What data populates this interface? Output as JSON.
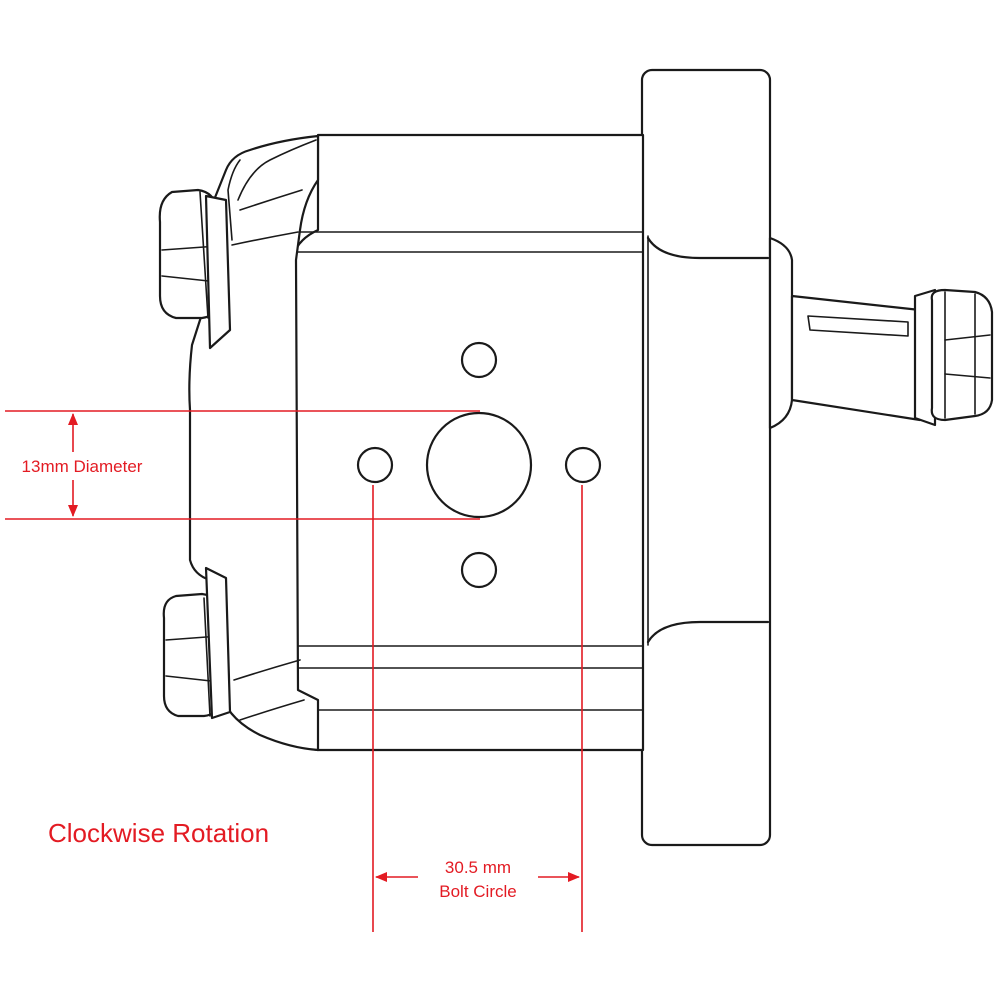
{
  "labels": {
    "diameter": "13mm Diameter",
    "rotation": "Clockwise Rotation",
    "bolt_circle_value": "30.5 mm",
    "bolt_circle_text": "Bolt Circle"
  },
  "colors": {
    "line": "#1a1a1a",
    "dimension": "#e31b23",
    "background": "#ffffff"
  }
}
